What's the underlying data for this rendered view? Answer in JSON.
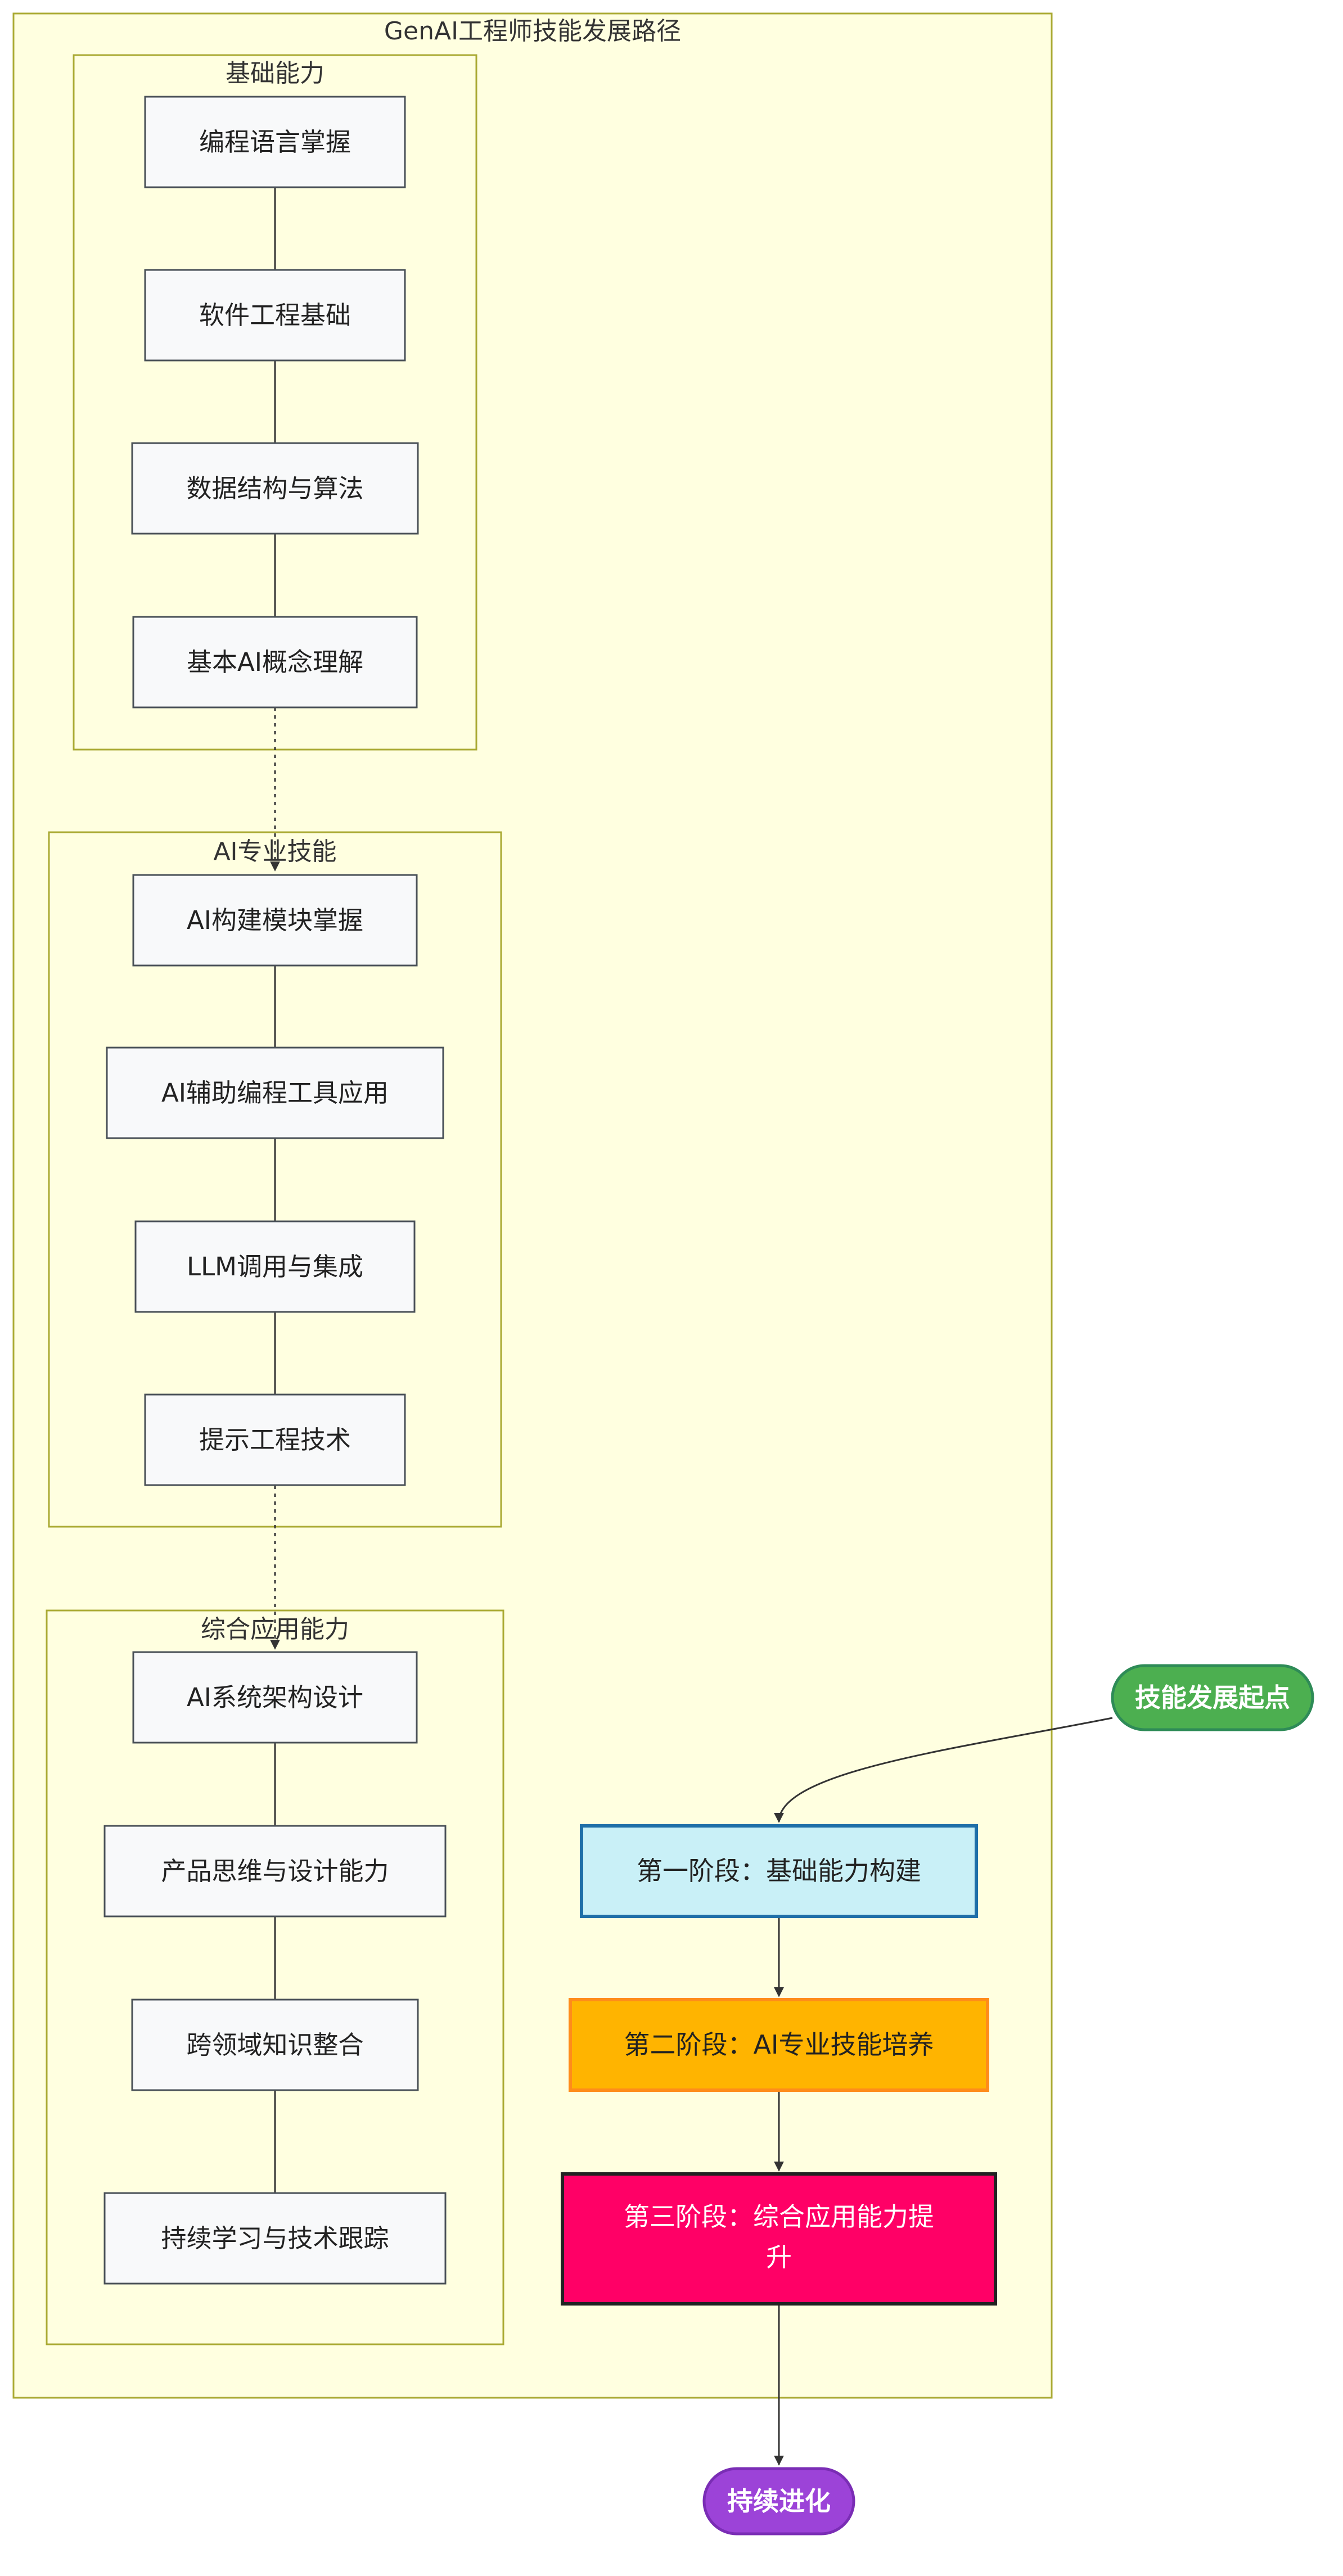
{
  "diagram": {
    "title": "GenAI工程师技能发展路径",
    "clusters": {
      "foundation": {
        "label": "基础能力",
        "nodes": [
          "编程语言掌握",
          "软件工程基础",
          "数据结构与算法",
          "基本AI概念理解"
        ]
      },
      "ai_skills": {
        "label": "AI专业技能",
        "nodes": [
          "AI构建模块掌握",
          "AI辅助编程工具应用",
          "LLM调用与集成",
          "提示工程技术"
        ]
      },
      "applied": {
        "label": "综合应用能力",
        "nodes": [
          "AI系统架构设计",
          "产品思维与设计能力",
          "跨领域知识整合",
          "持续学习与技术跟踪"
        ]
      }
    },
    "start": "技能发展起点",
    "stages": [
      {
        "label": "第一阶段：基础能力构建"
      },
      {
        "label": "第二阶段：AI专业技能培养"
      },
      {
        "label_line1": "第三阶段：综合应用能力提",
        "label_line2": "升"
      }
    ],
    "end": "持续进化"
  },
  "colors": {
    "cluster_fill": "#ffffe0",
    "cluster_stroke": "#aaaa33",
    "node_fill": "#f8f9fa",
    "stage1_fill": "#c9f0f7",
    "stage2_fill": "#ffb400",
    "stage3_fill": "#ff0066",
    "start_fill": "#4caf50",
    "end_fill": "#9c43d8"
  }
}
